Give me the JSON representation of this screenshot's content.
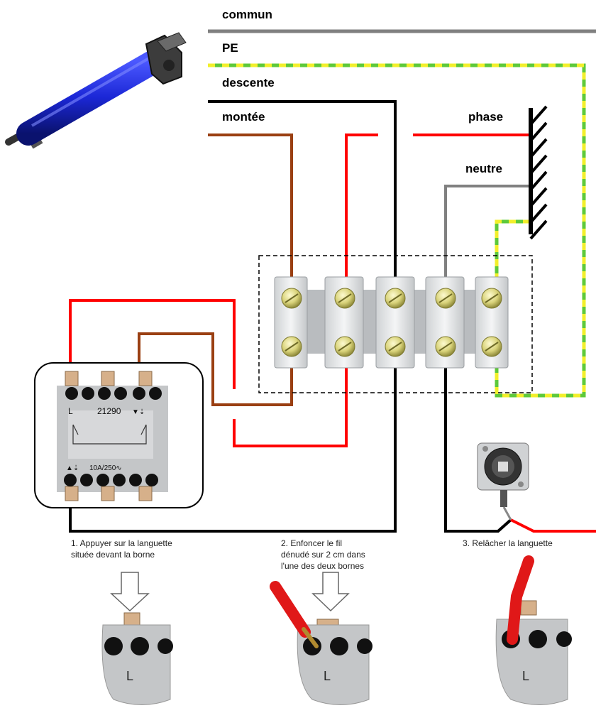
{
  "wire_labels": {
    "commun": "commun",
    "pe": "PE",
    "descente": "descente",
    "montee": "montée",
    "phase": "phase",
    "neutre": "neutre"
  },
  "switch": {
    "terminal_l": "L",
    "model": "21290",
    "rating": "10A/250∿"
  },
  "steps": [
    {
      "line1": "1. Appuyer sur la languette",
      "line2": "située devant la borne",
      "line3": ""
    },
    {
      "line1": "2. Enfoncer le fil",
      "line2": "dénudé sur 2 cm dans",
      "line3": "l'une des deux bornes"
    },
    {
      "line1": "3. Relâcher la languette",
      "line2": "",
      "line3": ""
    }
  ],
  "terminal_letter": "L",
  "colors": {
    "commun": "#808080",
    "earth_green": "#5ec93a",
    "earth_yellow": "#f2ef2b",
    "descente": "#000000",
    "montee": "#9a3f12",
    "phase": "#ff0000",
    "neutre": "#808080",
    "motor_body": "#1f2bd8"
  }
}
